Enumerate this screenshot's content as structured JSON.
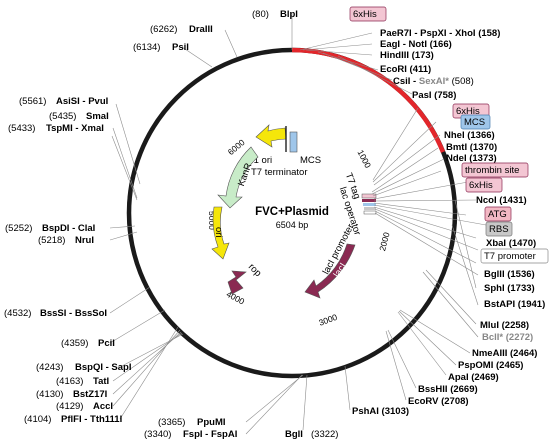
{
  "plasmid": {
    "name": "FVC+Plasmid",
    "length": "6504 bp"
  },
  "ticks": [
    "1000",
    "2000",
    "3000",
    "4000",
    "5000",
    "6000"
  ],
  "features": {
    "f1_ori": "f1 ori",
    "mcs_top": "MCS",
    "t7_terminator": "T7 terminator",
    "kanr": "KanR",
    "ori": "ori",
    "rop": "rop",
    "laci": "lacI",
    "laci_promoter": "lacI promoter",
    "t7_tag": "T7 tag",
    "lac_operator": "lac operator"
  },
  "badges": {
    "his_top": "6xHis",
    "his_right": "6xHis",
    "mcs": "MCS",
    "thrombin": "thrombin site",
    "his_lower": "6xHis",
    "atg": "ATG",
    "rbs": "RBS",
    "t7_promoter": "T7 promoter"
  },
  "colors": {
    "backbone": "#1a1a1a",
    "insert": "#e3262b",
    "f1_ori": "#f5e60a",
    "ori": "#f5e60a",
    "kanr": "#c8ecc8",
    "laci": "#8a2a52",
    "rop": "#8a2a52",
    "his_badge": "#f3c6d3",
    "mcs_badge": "#9fc6ea",
    "rbs_badge": "#c8c8c8",
    "atg_badge": "#f3b8c4"
  },
  "sites": {
    "blpi": {
      "pos": "(80)",
      "name": "BlpI"
    },
    "paer7i": "PaeR7I - PspXI - XhoI  (158)",
    "eagi": "EagI - NotI  (166)",
    "hindiii": "HindIII  (173)",
    "ecori": "EcoRI  (411)",
    "csii_a": "CsiI - ",
    "csii_b": "SexAI*",
    "csii_c": "  (508)",
    "pasi": "PasI  (758)",
    "nhei": "NheI  (1366)",
    "bmti": "BmtI  (1370)",
    "ndei": "NdeI  (1373)",
    "ncoi": "NcoI  (1431)",
    "xbai": "XbaI  (1470)",
    "bglii": "BglII  (1536)",
    "sphi": "SphI  (1733)",
    "bstapi": "BstAPI  (1941)",
    "mlui": "MluI  (2258)",
    "bcli": "BclI*  (2272)",
    "nmeaiii": "NmeAIII  (2464)",
    "pspomi": "PspOMI  (2465)",
    "apai": "ApaI  (2469)",
    "bsshii": "BssHII  (2669)",
    "ecorv": "EcoRV  (2708)",
    "pshai": "PshAI  (3103)",
    "bgli": {
      "pos": "(3322)",
      "name": "BglI"
    },
    "ppumi": {
      "pos": "(3365)",
      "name": "PpuMI"
    },
    "fspi": {
      "pos": "(3340)",
      "name": "FspI - FspAI"
    },
    "pflfi": {
      "pos": "(4104)",
      "name": "PflFI - Tth111I"
    },
    "acci": {
      "pos": "(4129)",
      "name": "AccI"
    },
    "bstz17i": {
      "pos": "(4130)",
      "name": "BstZ17I"
    },
    "tati": {
      "pos": "(4163)",
      "name": "TatI"
    },
    "bspqi": {
      "pos": "(4243)",
      "name": "BspQI - SapI"
    },
    "pcii": {
      "pos": "(4359)",
      "name": "PciI"
    },
    "bsssi": {
      "pos": "(4532)",
      "name": "BssSI - BssSoI"
    },
    "nrui": {
      "pos": "(5218)",
      "name": "NruI"
    },
    "bspdi": {
      "pos": "(5252)",
      "name": "BspDI - ClaI"
    },
    "tspmi": {
      "pos": "(5433)",
      "name": "TspMI - XmaI"
    },
    "smai": {
      "pos": "(5435)",
      "name": "SmaI"
    },
    "asisi": {
      "pos": "(5561)",
      "name": "AsiSI - PvuI"
    },
    "psii": {
      "pos": "(6134)",
      "name": "PsiI"
    },
    "draiii": {
      "pos": "(6262)",
      "name": "DraIII"
    }
  }
}
